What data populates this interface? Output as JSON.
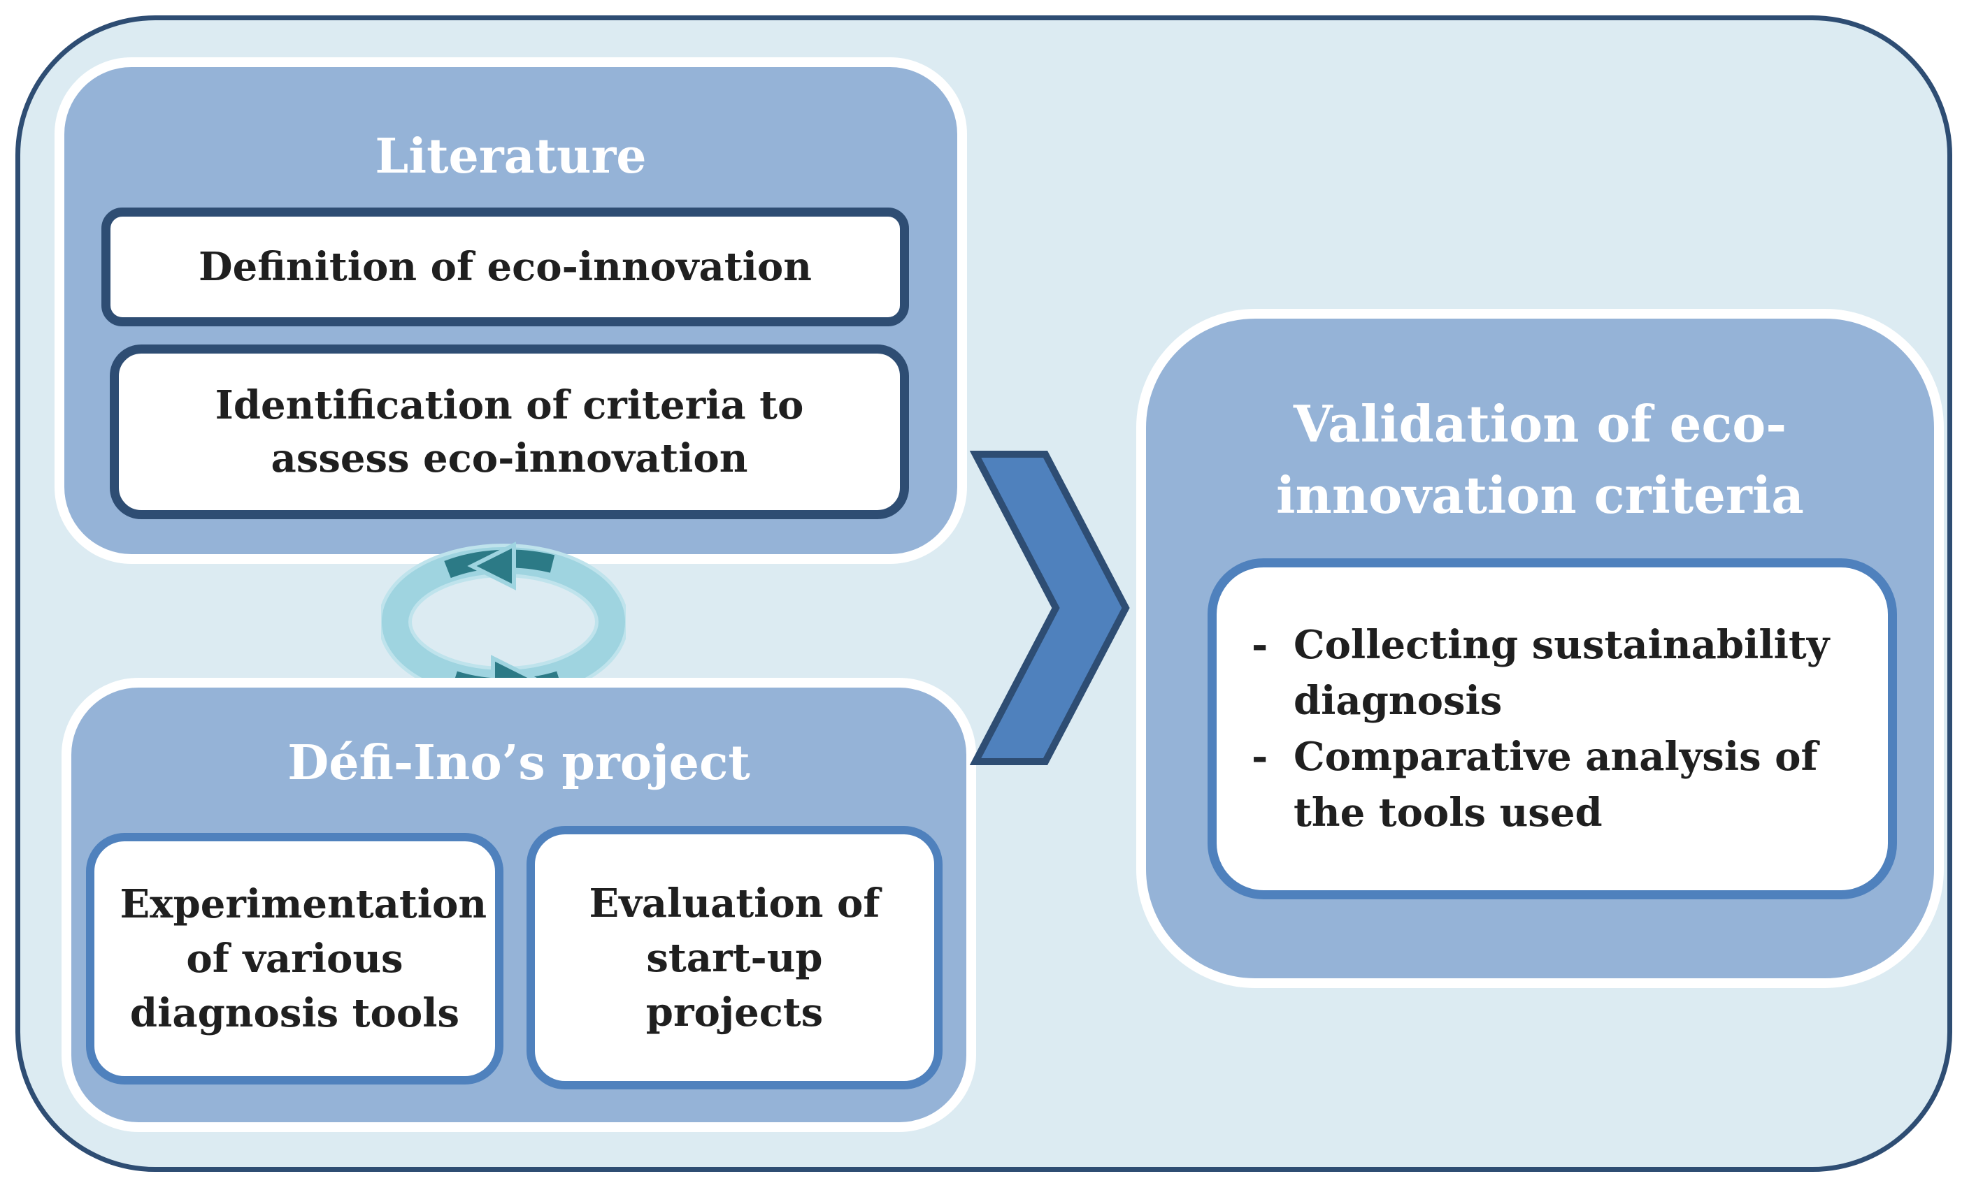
{
  "literature": {
    "title": "Literature",
    "definition": "Definition of eco-innovation",
    "identification": "Identification of criteria to assess eco-innovation"
  },
  "defi_ino": {
    "title": "Défi-Ino’s project",
    "experimentation": "Experimentation of various diagnosis tools",
    "evaluation": "Evaluation of start-up projects"
  },
  "validation": {
    "title": "Validation of eco-innovation criteria",
    "items": [
      "Collecting sustainability diagnosis",
      "Comparative analysis of the tools used"
    ]
  },
  "icons": {
    "cycle": "circular-arrows-icon",
    "arrow": "chevron-right-icon"
  },
  "colors": {
    "background": "#dcebf2",
    "outer_border": "#2e4d73",
    "group_fill": "#95b3d7",
    "box_border_dark": "#2e4d73",
    "box_border_blue": "#4f81bd",
    "chevron_fill": "#4f81bd",
    "cycle_dark": "#2c7a86",
    "cycle_light": "#9fd4e0"
  }
}
